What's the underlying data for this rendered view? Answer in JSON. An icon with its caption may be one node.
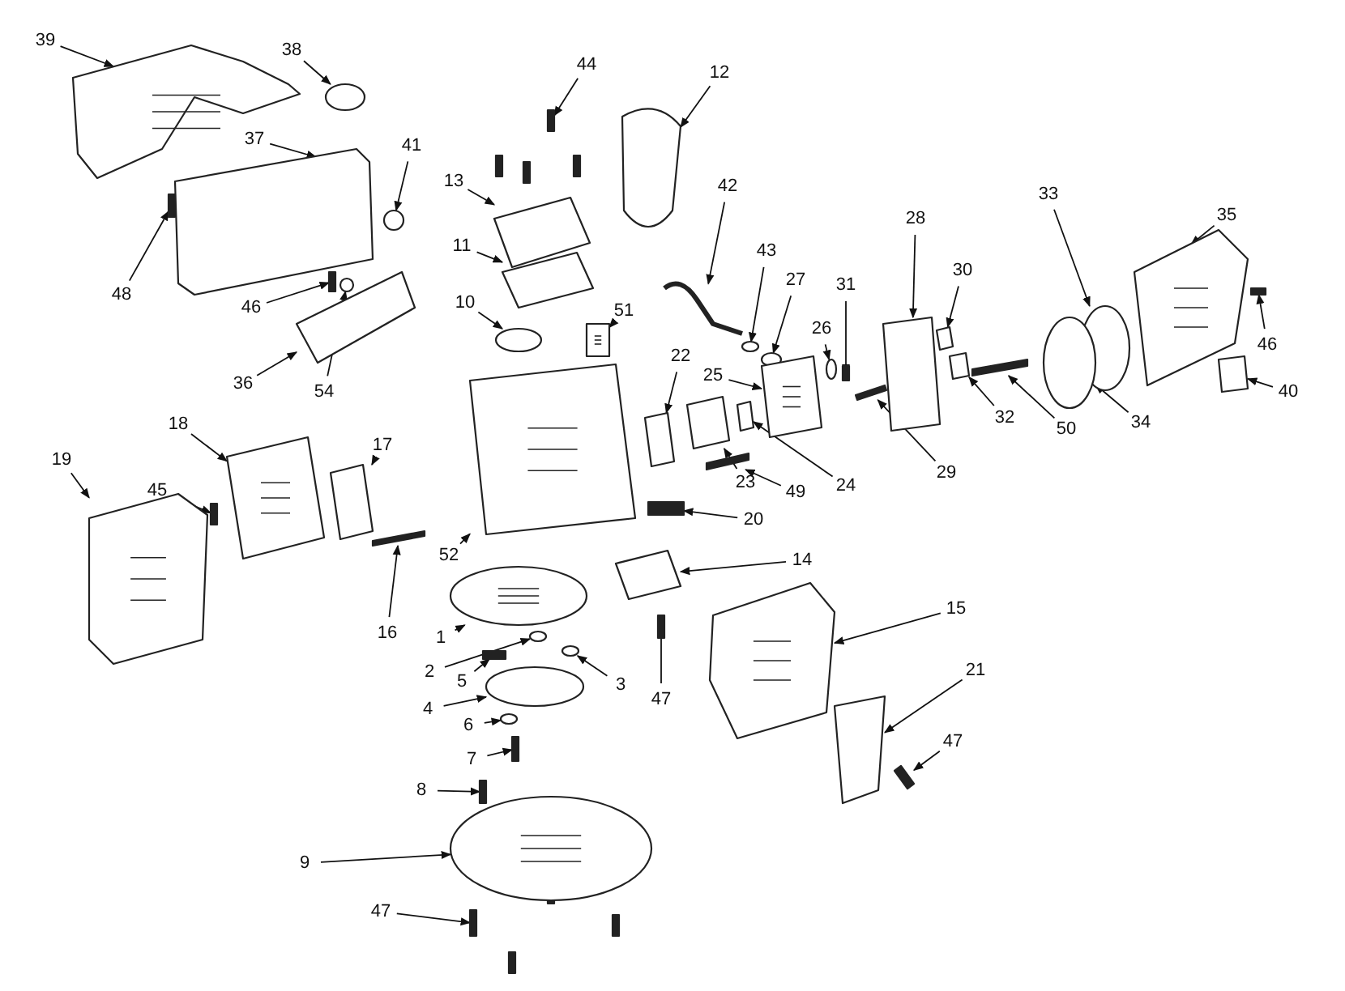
{
  "diagram": {
    "nodes": [
      {
        "text": [
          "39"
        ]
      },
      {
        "text": [
          "38"
        ]
      },
      {
        "text": [
          "44"
        ]
      },
      {
        "text": [
          "12"
        ]
      },
      {
        "text": [
          "37"
        ]
      },
      {
        "text": [
          "41"
        ]
      },
      {
        "text": [
          "13"
        ]
      },
      {
        "text": [
          "42"
        ]
      },
      {
        "text": [
          "33"
        ]
      },
      {
        "text": [
          "35"
        ]
      },
      {
        "text": [
          "28"
        ]
      },
      {
        "text": [
          "11"
        ]
      },
      {
        "text": [
          "43"
        ]
      },
      {
        "text": [
          "30"
        ]
      },
      {
        "text": [
          "27"
        ]
      },
      {
        "text": [
          "31"
        ]
      },
      {
        "text": [
          "48"
        ]
      },
      {
        "text": [
          "10"
        ]
      },
      {
        "text": [
          "46"
        ]
      },
      {
        "text": [
          "51"
        ]
      },
      {
        "text": [
          "26"
        ]
      },
      {
        "text": [
          "46"
        ]
      },
      {
        "text": [
          "22"
        ]
      },
      {
        "text": [
          "25"
        ]
      },
      {
        "text": [
          "36"
        ]
      },
      {
        "text": [
          "54"
        ]
      },
      {
        "text": [
          "40"
        ]
      },
      {
        "text": [
          "32"
        ]
      },
      {
        "text": [
          "34"
        ]
      },
      {
        "text": [
          "50"
        ]
      },
      {
        "text": [
          "18"
        ]
      },
      {
        "text": [
          "17"
        ]
      },
      {
        "text": [
          "19"
        ]
      },
      {
        "text": [
          "29"
        ]
      },
      {
        "text": [
          "23"
        ]
      },
      {
        "text": [
          "24"
        ]
      },
      {
        "text": [
          "45"
        ]
      },
      {
        "text": [
          "49"
        ]
      },
      {
        "text": [
          "20"
        ]
      },
      {
        "text": [
          "52"
        ]
      },
      {
        "text": [
          "14"
        ]
      },
      {
        "text": [
          "15"
        ]
      },
      {
        "text": [
          "16"
        ]
      },
      {
        "text": [
          "1"
        ]
      },
      {
        "text": [
          "21"
        ]
      },
      {
        "text": [
          "2"
        ]
      },
      {
        "text": [
          "5"
        ]
      },
      {
        "text": [
          "3"
        ]
      },
      {
        "text": [
          "47"
        ]
      },
      {
        "text": [
          "4"
        ]
      },
      {
        "text": [
          "6"
        ]
      },
      {
        "text": [
          "47"
        ]
      },
      {
        "text": [
          "7"
        ]
      },
      {
        "text": [
          "8"
        ]
      },
      {
        "text": [
          "9"
        ]
      },
      {
        "text": [
          "47"
        ]
      },
      {
        "text": [],
        "shape": "picture"
      },
      {
        "text": [],
        "shape": "circle"
      },
      {
        "text": [],
        "shape": "bar"
      },
      {
        "text": [],
        "shape": "box"
      },
      {
        "text": [],
        "shape": "box"
      },
      {
        "text": [],
        "shape": "circle"
      },
      {
        "text": [],
        "shape": "box"
      },
      {
        "text": [],
        "shape": "bar"
      },
      {
        "text": [],
        "shape": "circle"
      },
      {
        "text": [],
        "shape": "picture"
      },
      {
        "text": [],
        "shape": "box"
      },
      {
        "text": [],
        "shape": "box"
      },
      {
        "text": [],
        "shape": "circle"
      },
      {
        "text": [],
        "shape": "box"
      },
      {
        "text": [],
        "shape": "circle"
      },
      {
        "text": [],
        "shape": "bar"
      },
      {
        "text": [],
        "shape": "bar"
      },
      {
        "text": [],
        "shape": "circle"
      },
      {
        "text": [],
        "shape": "bar"
      },
      {
        "text": [],
        "shape": "picture"
      },
      {
        "text": [],
        "shape": "circle"
      },
      {
        "text": [],
        "shape": "bar"
      },
      {
        "text": [],
        "shape": "box"
      },
      {
        "text": [],
        "shape": "picture"
      },
      {
        "text": [],
        "shape": "box"
      },
      {
        "text": [],
        "shape": "circle"
      },
      {
        "text": [],
        "shape": "box"
      },
      {
        "text": [],
        "shape": "box"
      },
      {
        "text": [],
        "shape": "circle"
      },
      {
        "text": [],
        "shape": "bar"
      },
      {
        "text": [],
        "shape": "picture"
      },
      {
        "text": [],
        "shape": "box"
      },
      {
        "text": [],
        "shape": "picture"
      },
      {
        "text": [],
        "shape": "bar"
      },
      {
        "text": [],
        "shape": "box"
      },
      {
        "text": [],
        "shape": "box"
      },
      {
        "text": [],
        "shape": "bar"
      },
      {
        "text": [],
        "shape": "bar"
      },
      {
        "text": [],
        "shape": "bar"
      },
      {
        "text": [],
        "shape": "picture"
      },
      {
        "text": [],
        "shape": "box"
      },
      {
        "text": [],
        "shape": "picture"
      },
      {
        "text": [],
        "shape": "bar"
      },
      {
        "text": [],
        "shape": "picture"
      },
      {
        "text": [],
        "shape": "box"
      },
      {
        "text": [],
        "shape": "circle"
      },
      {
        "text": [],
        "shape": "bar"
      },
      {
        "text": [],
        "shape": "circle"
      },
      {
        "text": [],
        "shape": "bar"
      },
      {
        "text": [],
        "shape": "circle"
      },
      {
        "text": [],
        "shape": "circle"
      },
      {
        "text": [],
        "shape": "bar"
      },
      {
        "text": [],
        "shape": "bar"
      },
      {
        "text": [],
        "shape": "bar"
      },
      {
        "text": [],
        "shape": "picture"
      },
      {
        "text": [],
        "shape": "bar"
      }
    ],
    "edges": [
      {
        "from": 0,
        "to": 56,
        "arrow": "to"
      },
      {
        "from": 1,
        "to": 57,
        "arrow": "to"
      },
      {
        "from": 2,
        "to": 58,
        "arrow": "to"
      },
      {
        "from": 3,
        "to": 59,
        "arrow": "to"
      },
      {
        "from": 4,
        "to": 60,
        "arrow": "to"
      },
      {
        "from": 5,
        "to": 61,
        "arrow": "to"
      },
      {
        "from": 6,
        "to": 62,
        "arrow": "to"
      },
      {
        "from": 7,
        "to": 63,
        "arrow": "to"
      },
      {
        "from": 8,
        "to": 64,
        "arrow": "to"
      },
      {
        "from": 9,
        "to": 65,
        "arrow": "to"
      },
      {
        "from": 10,
        "to": 66,
        "arrow": "to"
      },
      {
        "from": 11,
        "to": 67,
        "arrow": "to"
      },
      {
        "from": 12,
        "to": 68,
        "arrow": "to"
      },
      {
        "from": 13,
        "to": 69,
        "arrow": "to"
      },
      {
        "from": 14,
        "to": 70,
        "arrow": "to"
      },
      {
        "from": 15,
        "to": 71,
        "arrow": "to"
      },
      {
        "from": 16,
        "to": 72,
        "arrow": "to"
      },
      {
        "from": 17,
        "to": 73,
        "arrow": "to"
      },
      {
        "from": 18,
        "to": 74,
        "arrow": "to"
      },
      {
        "from": 19,
        "to": 75,
        "arrow": "to"
      },
      {
        "from": 20,
        "to": 76,
        "arrow": "to"
      },
      {
        "from": 21,
        "to": 77,
        "arrow": "to"
      },
      {
        "from": 22,
        "to": 78,
        "arrow": "to"
      },
      {
        "from": 23,
        "to": 79,
        "arrow": "to"
      },
      {
        "from": 24,
        "to": 80,
        "arrow": "to"
      },
      {
        "from": 25,
        "to": 81,
        "arrow": "to"
      },
      {
        "from": 26,
        "to": 82,
        "arrow": "to"
      },
      {
        "from": 27,
        "to": 83,
        "arrow": "to"
      },
      {
        "from": 28,
        "to": 84,
        "arrow": "to"
      },
      {
        "from": 29,
        "to": 85,
        "arrow": "to"
      },
      {
        "from": 30,
        "to": 86,
        "arrow": "to"
      },
      {
        "from": 31,
        "to": 87,
        "arrow": "to"
      },
      {
        "from": 32,
        "to": 88,
        "arrow": "to"
      },
      {
        "from": 33,
        "to": 89,
        "arrow": "to"
      },
      {
        "from": 34,
        "to": 90,
        "arrow": "to"
      },
      {
        "from": 35,
        "to": 91,
        "arrow": "to"
      },
      {
        "from": 36,
        "to": 92,
        "arrow": "to"
      },
      {
        "from": 37,
        "to": 93,
        "arrow": "to"
      },
      {
        "from": 38,
        "to": 94,
        "arrow": "to"
      },
      {
        "from": 39,
        "to": 95,
        "arrow": "to"
      },
      {
        "from": 40,
        "to": 96,
        "arrow": "to"
      },
      {
        "from": 41,
        "to": 97,
        "arrow": "to"
      },
      {
        "from": 42,
        "to": 98,
        "arrow": "to"
      },
      {
        "from": 43,
        "to": 99,
        "arrow": "to"
      },
      {
        "from": 44,
        "to": 100,
        "arrow": "to"
      },
      {
        "from": 45,
        "to": 101,
        "arrow": "to"
      },
      {
        "from": 46,
        "to": 102,
        "arrow": "to"
      },
      {
        "from": 47,
        "to": 103,
        "arrow": "to"
      },
      {
        "from": 48,
        "to": 104,
        "arrow": "to"
      },
      {
        "from": 49,
        "to": 105,
        "arrow": "to"
      },
      {
        "from": 50,
        "to": 106,
        "arrow": "to"
      },
      {
        "from": 51,
        "to": 107,
        "arrow": "to"
      },
      {
        "from": 52,
        "to": 108,
        "arrow": "to"
      },
      {
        "from": 53,
        "to": 109,
        "arrow": "to"
      },
      {
        "from": 54,
        "to": 110,
        "arrow": "to"
      },
      {
        "from": 55,
        "to": 111,
        "arrow": "to"
      }
    ]
  }
}
